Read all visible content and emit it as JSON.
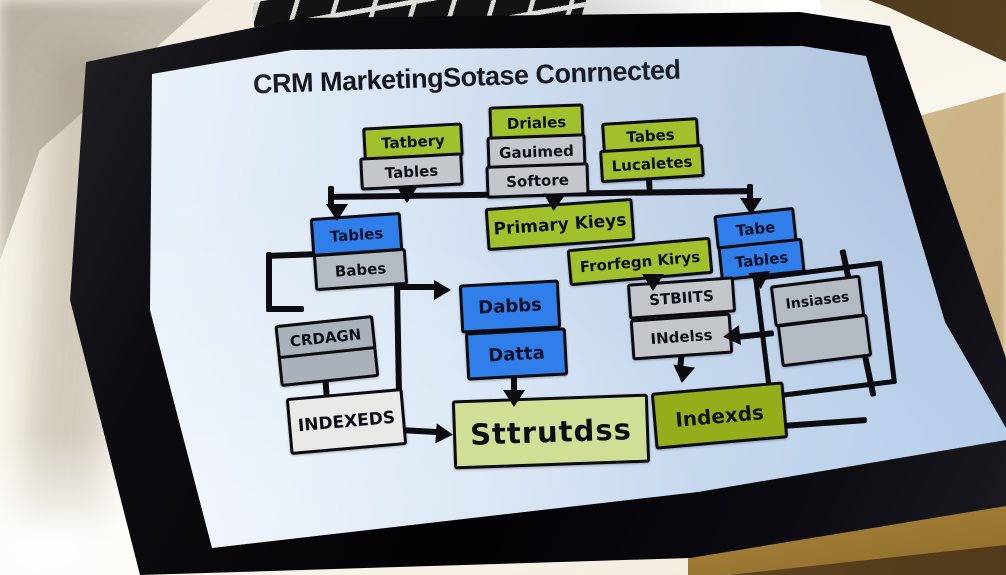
{
  "title": "CRM MarketingSotase Conrnected",
  "nodes": {
    "tatbery": "Tatbery",
    "tables_top": "Tables",
    "driales": "Driales",
    "gauimed": "Gauimed",
    "softore": "Softore",
    "tabes": "Tabes",
    "lucaletes": "Lucaletes",
    "tables_left": "Tables",
    "babes": "Babes",
    "primary_keys": "Primary Kieys",
    "foreign_keys": "Frorfegn Kirys",
    "tabe": "Tabe",
    "tables_right": "Tables",
    "crdagn": "CRDAGN",
    "dabbs": "Dabbs",
    "datta": "Datta",
    "stbiits": "STBIITS",
    "indelss": "INdelss",
    "insiases": "Insiases",
    "indexeds": "INDEXEDS",
    "sttrutdss": "Sttrutdss",
    "indexds": "Indexds"
  },
  "colors": {
    "node_green": "#a2c02c",
    "node_light_green": "#cfdf95",
    "node_olive": "#94ae1b",
    "node_blue": "#2f7ee9",
    "node_gray": "#c3c6cb",
    "node_white": "#e9e9e7",
    "connector_black": "#0b0b10",
    "screen_tint": "#cfe0f2",
    "bezel_black": "#0a0a0d",
    "edge_gold": "#e8c87a"
  }
}
